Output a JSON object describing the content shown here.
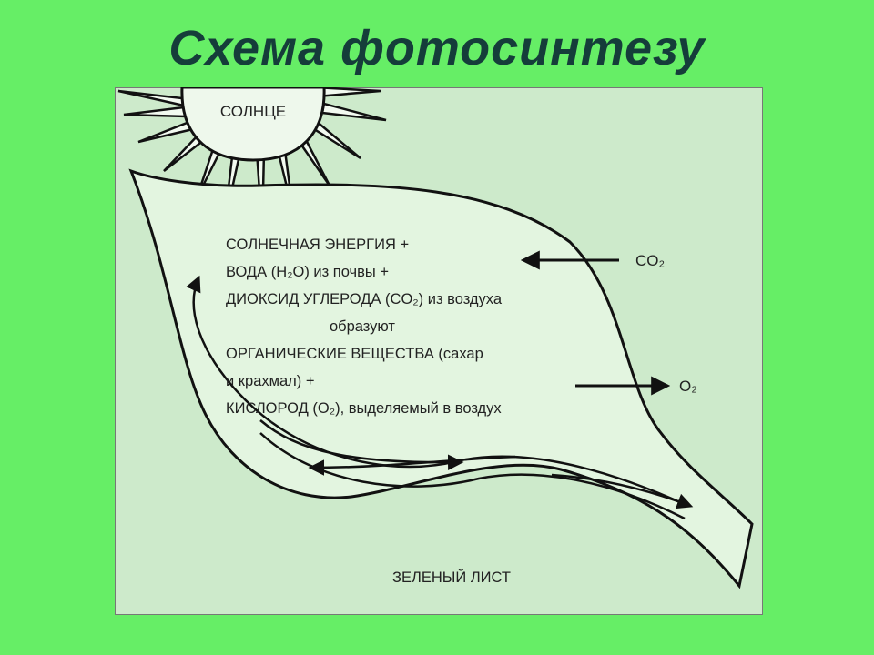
{
  "title": "Схема фотосинтезу",
  "diagram": {
    "sun_label": "СОЛНЦЕ",
    "lines": [
      "СОЛНЕЧНАЯ ЭНЕРГИЯ +",
      "ВОДА (H₂O) из почвы +",
      "ДИОКСИД УГЛЕРОДА (CO₂) из воздуха",
      "образуют",
      "ОРГАНИЧЕСКИЕ ВЕЩЕСТВА (сахар",
      "и крахмал) +",
      "КИСЛОРОД (O₂), выделяемый в воздух"
    ],
    "co2_label": "CO₂",
    "o2_label": "O₂",
    "leaf_label": "ЗЕЛЕНЫЙ ЛИСТ"
  },
  "colors": {
    "background": "#66ee66",
    "panel": "#cdeacb",
    "leaf": "#e3f5e0",
    "title": "#153d3a"
  }
}
